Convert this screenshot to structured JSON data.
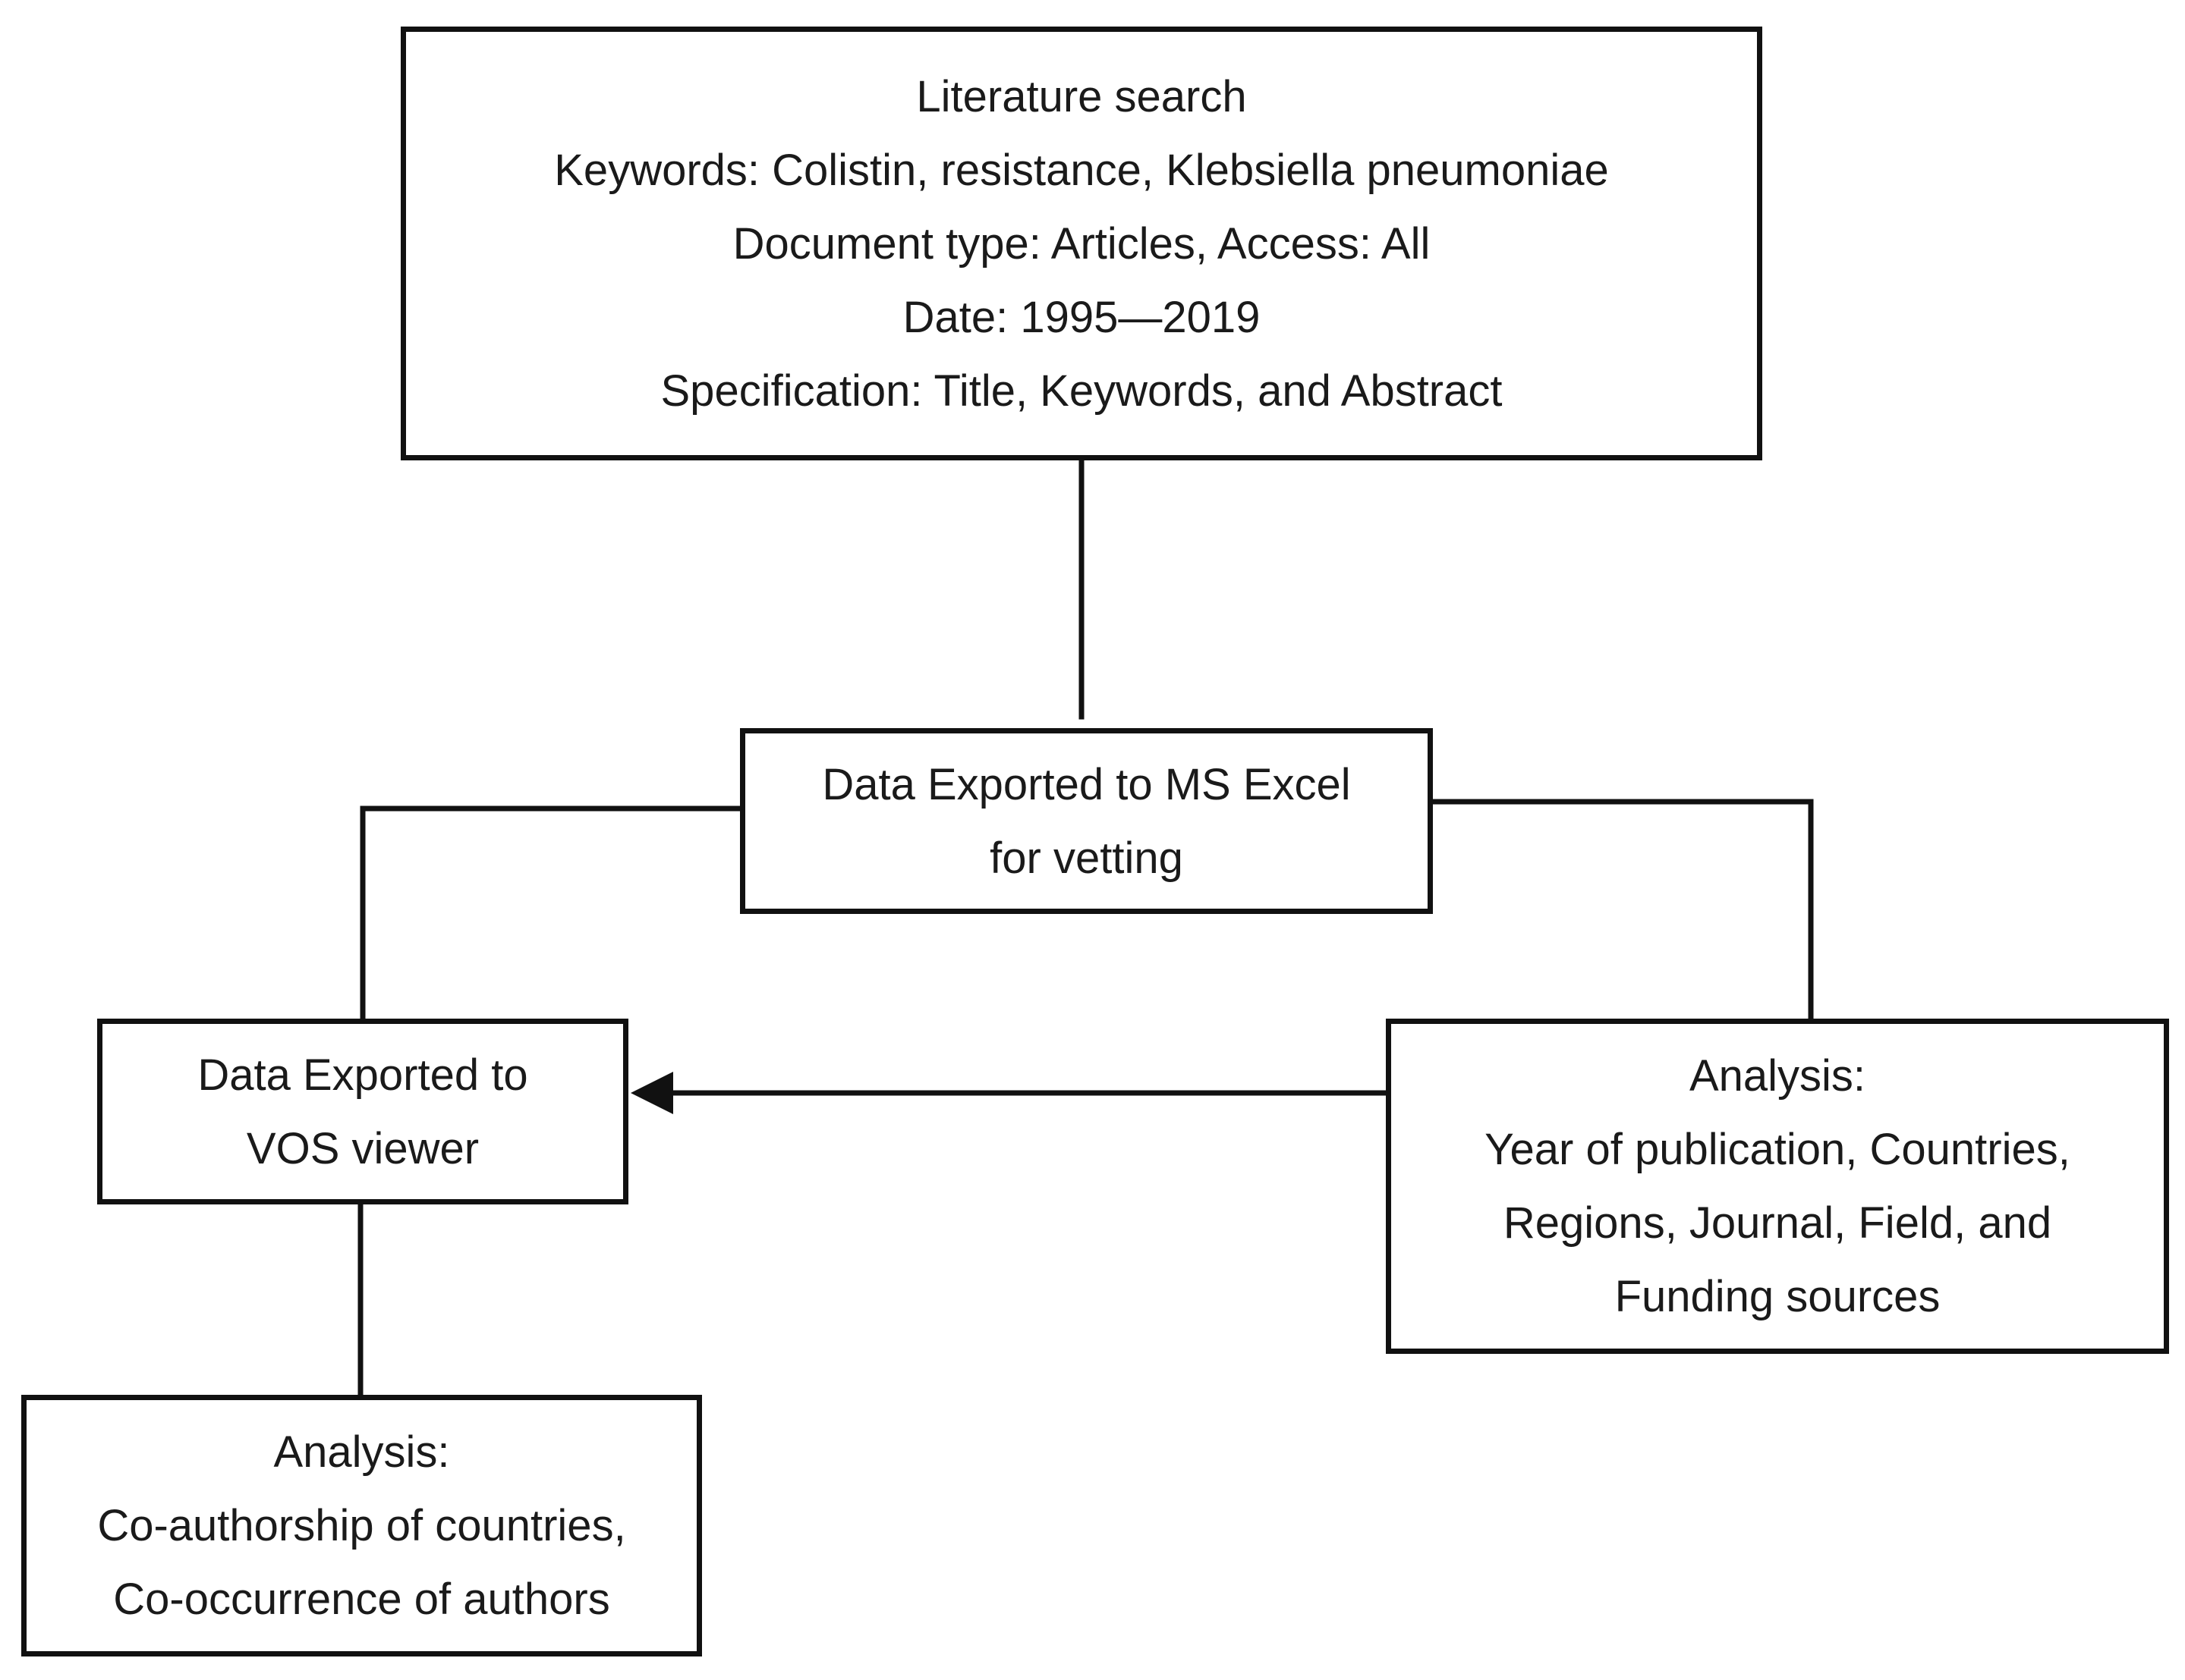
{
  "diagram": {
    "literature_search": {
      "lines": [
        "Literature search",
        "Keywords: Colistin, resistance, Klebsiella pneumoniae",
        "Document type: Articles, Access: All",
        "Date: 1995—2019",
        "Specification: Title, Keywords, and Abstract"
      ]
    },
    "excel_export": {
      "lines": [
        "Data Exported to MS Excel",
        "for vetting"
      ]
    },
    "vos_export": {
      "lines": [
        "Data Exported to",
        "VOS viewer"
      ]
    },
    "analysis_publication": {
      "lines": [
        "Analysis:",
        "Year of publication, Countries,",
        "Regions, Journal, Field, and",
        "Funding sources"
      ]
    },
    "analysis_network": {
      "lines": [
        "Analysis:",
        "Co-authorship of countries,",
        "Co-occurrence of authors"
      ]
    }
  },
  "colors": {
    "stroke": "#111111",
    "background": "#ffffff",
    "text": "#1a1a1a"
  }
}
